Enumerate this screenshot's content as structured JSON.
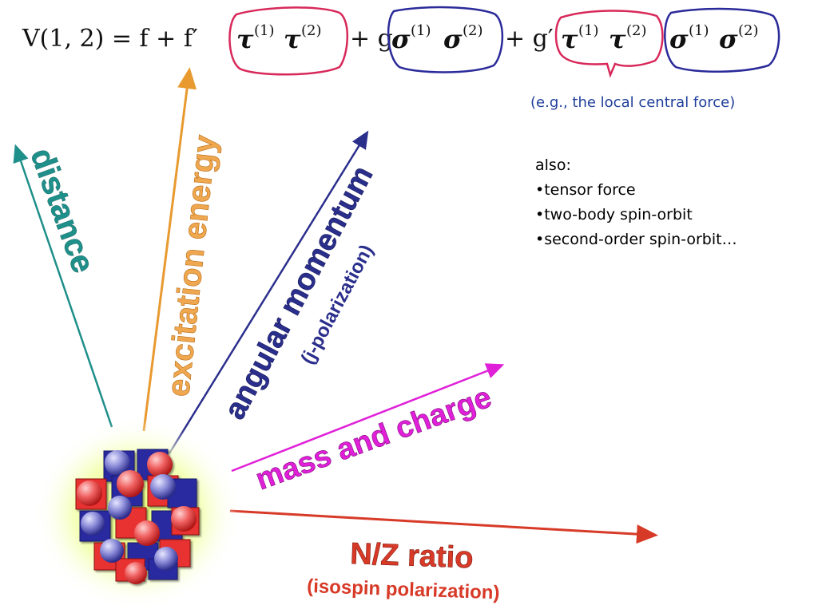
{
  "equation": {
    "lhs": "V(1, 2) = f + f′",
    "tau_tau_1": "τ",
    "tau_tau_2": "τ",
    "plus_g": "+ g",
    "sigma_sigma_1": "σ",
    "sigma_sigma_2": "σ",
    "plus_gp": "+ g′",
    "tts_1": "τ",
    "tts_2": "τ",
    "tts_3": "σ",
    "tts_4": "σ",
    "sup1": "(1)",
    "sup2": "(2)"
  },
  "note_local": "(e.g., the local central force)",
  "also": {
    "heading": "also:",
    "items": [
      "•tensor force",
      "•two-body spin-orbit",
      "•second-order spin-orbit…"
    ]
  },
  "axes": {
    "distance": "distance",
    "excitation": "excitation energy",
    "angular": "angular momentum",
    "angular_sub": "(j-polarization)",
    "mass": "mass and charge",
    "nz": "N/Z ratio",
    "nz_sub": "(isospin polarization)"
  },
  "colors": {
    "teal": "#1f8f8a",
    "orange": "#f0a040",
    "navy": "#2b2f8c",
    "magenta": "#e020d8",
    "red": "#d83a28",
    "circle_red": "#d8285a",
    "circle_blue": "#2a2a9a"
  }
}
